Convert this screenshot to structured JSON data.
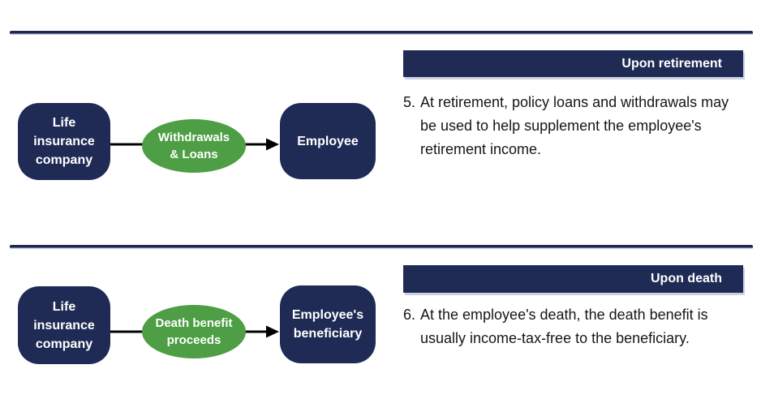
{
  "colors": {
    "navy": "#1f2b55",
    "green": "#4d9e44",
    "banner_shadow": "#ccd2e2",
    "note_text": "#161616",
    "arrow": "#000000"
  },
  "sections": [
    {
      "banner": "Upon retirement",
      "note_number": "5.",
      "note_text": "At retirement, policy loans and withdrawals may be used to help supplement the employee's retirement income.",
      "flow": {
        "source": "Life\ninsurance\ncompany",
        "via": "Withdrawals\n& Loans",
        "target": "Employee"
      }
    },
    {
      "banner": "Upon death",
      "note_number": "6.",
      "note_text": "At the employee's death, the death benefit is usually income-tax-free to the beneficiary.",
      "flow": {
        "source": "Life\ninsurance\ncompany",
        "via": "Death benefit\nproceeds",
        "target": "Employee's\nbeneficiary"
      }
    }
  ]
}
